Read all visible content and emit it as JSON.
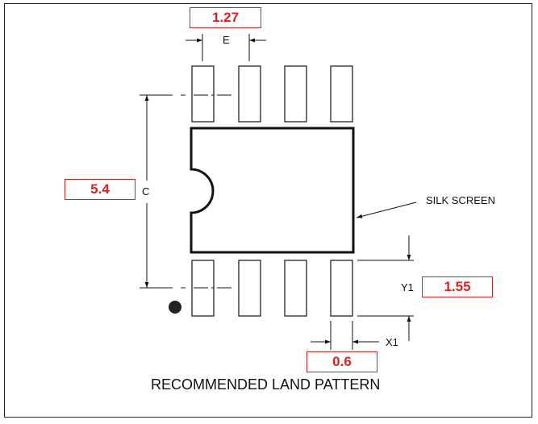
{
  "dimensions": {
    "pitch": {
      "label": "E",
      "value": "1.27"
    },
    "span": {
      "label": "C",
      "value": "5.4"
    },
    "pad_length": {
      "label": "Y1",
      "value": "1.55"
    },
    "pad_width": {
      "label": "X1",
      "value": "0.6"
    }
  },
  "annotations": {
    "silk_screen": "SILK SCREEN"
  },
  "caption": "RECOMMENDED LAND PATTERN",
  "pads": {
    "top_row": 4,
    "bottom_row": 4
  },
  "colors": {
    "value_text": "#e02020",
    "value_border": "#d42020",
    "lines": "#111111"
  }
}
